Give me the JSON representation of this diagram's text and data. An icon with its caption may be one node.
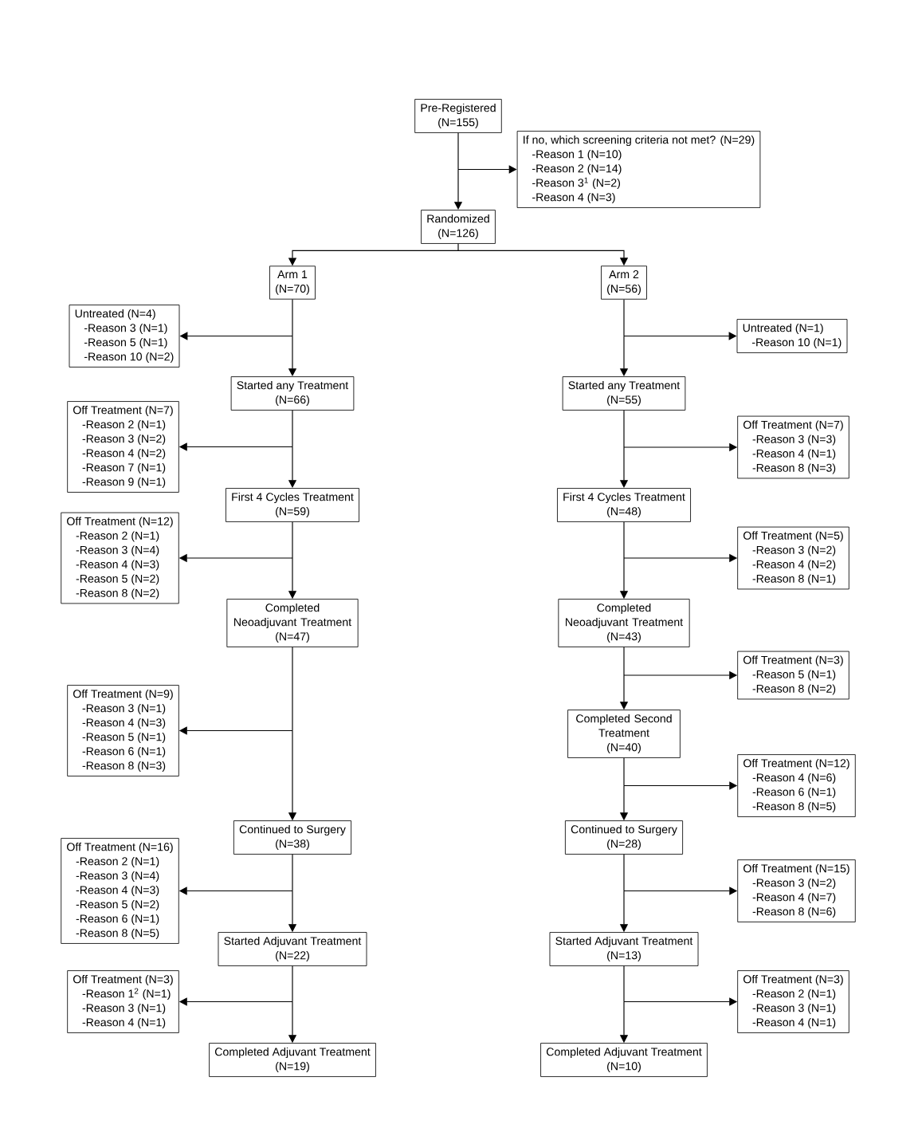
{
  "diagram": {
    "nodes": [
      {
        "text": [
          "Pre-Registered",
          "(N=155)"
        ]
      },
      {
        "text": [
          "If no, which screening criteria not met? (N=29)",
          "-Reason 1 (N=10)",
          "-Reason 2 (N=14)",
          "-Reason 3$^{1}$ (N=2)",
          "-Reason 4 (N=3)"
        ]
      },
      {
        "text": [
          "Randomized",
          "(N=126)"
        ]
      },
      {
        "text": [
          "Arm 1",
          "(N=70)"
        ]
      },
      {
        "text": [
          "Arm 2",
          "(N=56)"
        ]
      },
      {
        "text": [
          "Untreated (N=4)",
          "-Reason 3 (N=1)",
          "-Reason 5 (N=1)",
          "-Reason 10 (N=2)"
        ]
      },
      {
        "text": [
          "Untreated (N=1)",
          "-Reason 10 (N=1)"
        ]
      },
      {
        "text": [
          "Started any Treatment",
          "(N=66)"
        ]
      },
      {
        "text": [
          "Started any Treatment",
          "(N=55)"
        ]
      },
      {
        "text": [
          "Off Treatment (N=7)",
          "-Reason 2 (N=1)",
          "-Reason 3 (N=2)",
          "-Reason 4 (N=2)",
          "-Reason 7 (N=1)",
          "-Reason 9 (N=1)"
        ]
      },
      {
        "text": [
          "Off Treatment (N=7)",
          "-Reason 3 (N=3)",
          "-Reason 4 (N=1)",
          "-Reason 8 (N=3)"
        ]
      },
      {
        "text": [
          "First 4 Cycles Treatment",
          "(N=59)"
        ]
      },
      {
        "text": [
          "First 4 Cycles Treatment",
          "(N=48)"
        ]
      },
      {
        "text": [
          "Off Treatment (N=12)",
          "-Reason 2 (N=1)",
          "-Reason 3 (N=4)",
          "-Reason 4 (N=3)",
          "-Reason 5 (N=2)",
          "-Reason 8 (N=2)"
        ]
      },
      {
        "text": [
          "Off Treatment (N=5)",
          "-Reason 3 (N=2)",
          "-Reason 4 (N=2)",
          "-Reason 8 (N=1)"
        ]
      },
      {
        "text": [
          "Completed Neoadjuvant Treatment",
          "(N=47)"
        ]
      },
      {
        "text": [
          "Completed Neoadjuvant Treatment",
          "(N=43)"
        ]
      },
      {
        "text": [
          "Off Treatment (N=3)",
          "-Reason 5 (N=1)",
          "-Reason 8 (N=2)"
        ]
      },
      {
        "text": [
          "Off Treatment (N=9)",
          "-Reason 3 (N=1)",
          "-Reason 4 (N=3)",
          "-Reason 5 (N=1)",
          "-Reason 6 (N=1)",
          "-Reason 8 (N=3)"
        ]
      },
      {
        "text": [
          "Completed Second Treatment",
          "(N=40)"
        ]
      },
      {
        "text": [
          "Off Treatment (N=12)",
          "-Reason 4 (N=6)",
          "-Reason 6 (N=1)",
          "-Reason 8 (N=5)"
        ]
      },
      {
        "text": [
          "Continued to Surgery",
          "(N=38)"
        ]
      },
      {
        "text": [
          "Continued to Surgery",
          "(N=28)"
        ]
      },
      {
        "text": [
          "Off Treatment (N=16)",
          "-Reason 2 (N=1)",
          "-Reason 3 (N=4)",
          "-Reason 4 (N=3)",
          "-Reason 5 (N=2)",
          "-Reason 6 (N=1)",
          "-Reason 8 (N=5)"
        ]
      },
      {
        "text": [
          "Off Treatment (N=15)",
          "-Reason 3 (N=2)",
          "-Reason 4 (N=7)",
          "-Reason 8 (N=6)"
        ]
      },
      {
        "text": [
          "Started Adjuvant Treatment",
          "(N=22)"
        ]
      },
      {
        "text": [
          "Started Adjuvant Treatment",
          "(N=13)"
        ]
      },
      {
        "text": [
          "Off Treatment (N=3)",
          "-Reason 1$^{2}$ (N=1)",
          "-Reason 3 (N=1)",
          "-Reason 4 (N=1)"
        ]
      },
      {
        "text": [
          "Off Treatment (N=3)",
          "-Reason 2 (N=1)",
          "-Reason 3 (N=1)",
          "-Reason 4 (N=1)"
        ]
      },
      {
        "text": [
          "Completed Adjuvant Treatment",
          "(N=19)"
        ]
      },
      {
        "text": [
          "Completed Adjuvant Treatment",
          "(N=10)"
        ]
      }
    ],
    "edges": [
      {
        "from": 0,
        "to": 2,
        "arrow": "to"
      },
      {
        "from": 0,
        "to": 1,
        "arrow": "to"
      },
      {
        "from": 2,
        "to": 3,
        "arrow": "to"
      },
      {
        "from": 2,
        "to": 4,
        "arrow": "to"
      },
      {
        "from": 3,
        "to": 7,
        "arrow": "to"
      },
      {
        "from": 3,
        "to": 5,
        "arrow": "to"
      },
      {
        "from": 4,
        "to": 8,
        "arrow": "to"
      },
      {
        "from": 4,
        "to": 6,
        "arrow": "to"
      },
      {
        "from": 7,
        "to": 11,
        "arrow": "to"
      },
      {
        "from": 7,
        "to": 9,
        "arrow": "to"
      },
      {
        "from": 8,
        "to": 12,
        "arrow": "to"
      },
      {
        "from": 8,
        "to": 10,
        "arrow": "to"
      },
      {
        "from": 11,
        "to": 15,
        "arrow": "to"
      },
      {
        "from": 11,
        "to": 13,
        "arrow": "to"
      },
      {
        "from": 12,
        "to": 16,
        "arrow": "to"
      },
      {
        "from": 12,
        "to": 14,
        "arrow": "to"
      },
      {
        "from": 15,
        "to": 21,
        "arrow": "to"
      },
      {
        "from": 15,
        "to": 18,
        "arrow": "to"
      },
      {
        "from": 16,
        "to": 19,
        "arrow": "to"
      },
      {
        "from": 16,
        "to": 17,
        "arrow": "to"
      },
      {
        "from": 19,
        "to": 22,
        "arrow": "to"
      },
      {
        "from": 19,
        "to": 20,
        "arrow": "to"
      },
      {
        "from": 21,
        "to": 25,
        "arrow": "to"
      },
      {
        "from": 21,
        "to": 23,
        "arrow": "to"
      },
      {
        "from": 22,
        "to": 26,
        "arrow": "to"
      },
      {
        "from": 22,
        "to": 24,
        "arrow": "to"
      },
      {
        "from": 25,
        "to": 29,
        "arrow": "to"
      },
      {
        "from": 25,
        "to": 27,
        "arrow": "to"
      },
      {
        "from": 26,
        "to": 30,
        "arrow": "to"
      },
      {
        "from": 26,
        "to": 28,
        "arrow": "to"
      }
    ]
  }
}
